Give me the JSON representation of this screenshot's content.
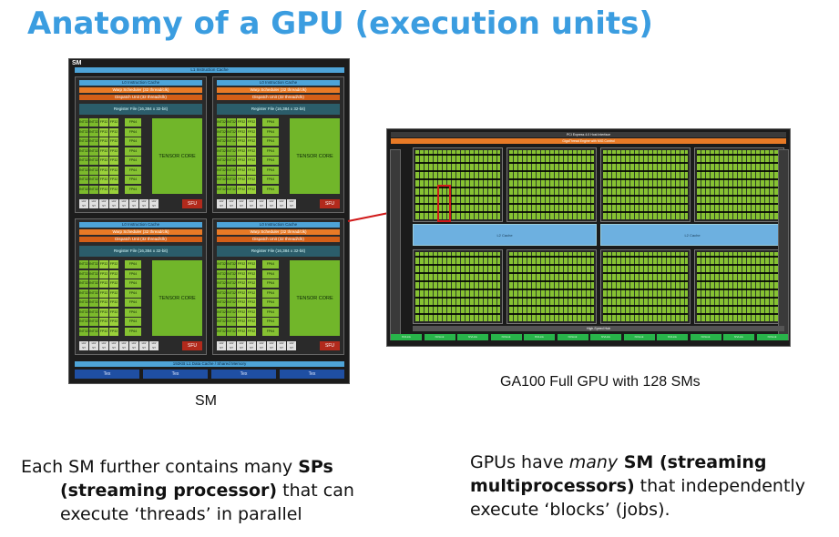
{
  "slide": {
    "title": "Anatomy of a GPU (execution units)"
  },
  "sm_diagram": {
    "label": "SM",
    "l1_icache": "L1 Instruction Cache",
    "l0_icache": "L0 Instruction Cache",
    "warp_scheduler": "Warp Scheduler (32 thread/clk)",
    "dispatch_unit": "Dispatch Unit (32 thread/clk)",
    "register_file": "Register File (16,384 x 32-bit)",
    "int32": "INT32",
    "fp32": "FP32",
    "fp64": "FP64",
    "tensor_core": "TENSOR CORE",
    "ldst_top": "LD/",
    "ldst_bottom": "ST",
    "sfu": "SFU",
    "l1_data_cache": "192KB L1 Data Cache / Shared Memory",
    "tex": "Tex",
    "caption": "SM"
  },
  "gpu_diagram": {
    "pcie": "PCI Express 4.0 Host Interface",
    "gigathread": "GigaThread Engine with MIG Control",
    "l2_cache": "L2 Cache",
    "high_speed_hub": "High-Speed Hub",
    "nvlink": "NVLink",
    "caption": "GA100 Full GPU with 128 SMs",
    "colors": {
      "sm_core": "#86c232",
      "l2": "#6db0e0",
      "highlight": "#d11a1a",
      "title": "#3b9de0"
    }
  },
  "text": {
    "left_prefix": "Each SM further contains many ",
    "left_bold": "SPs (streaming processor)",
    "left_suffix": " that can execute ‘threads’ in parallel",
    "right_prefix": "GPUs have ",
    "right_italic": "many",
    "right_bold": " SM (streaming multiprocessors)",
    "right_suffix": " that independently execute ‘blocks’ (jobs)."
  }
}
